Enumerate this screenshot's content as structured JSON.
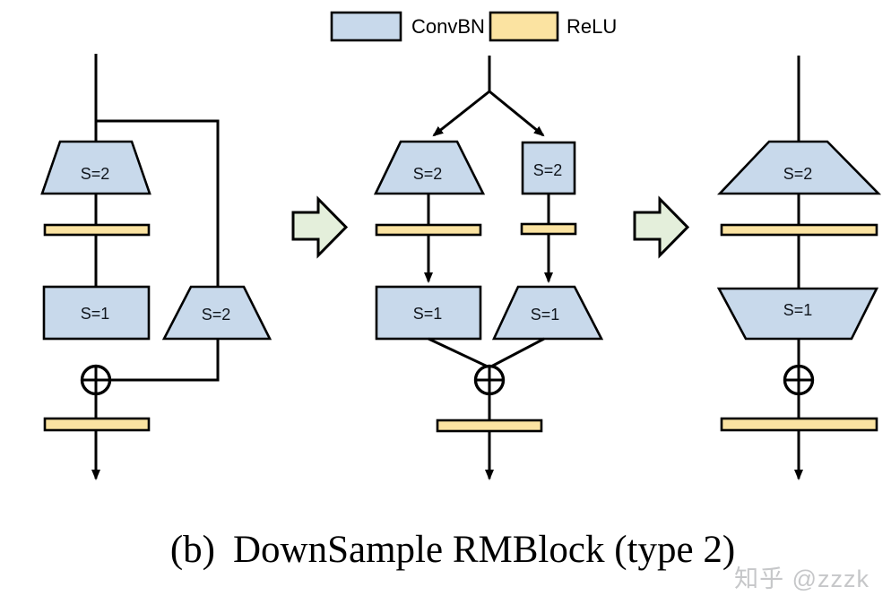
{
  "caption": {
    "index": "(b)",
    "title": "DownSample RMBlock (type 2)"
  },
  "watermark": {
    "text": "知乎 @zzzk"
  },
  "legend": {
    "items": [
      {
        "label": "ConvBN",
        "color": "#c8d9eb"
      },
      {
        "label": "ReLU",
        "color": "#fbe3a1"
      }
    ]
  },
  "colors": {
    "convbn_fill": "#c8d9eb",
    "relu_fill": "#fbe3a1",
    "transform_arrow_fill": "#e4efdb",
    "line": "#000000",
    "watermark_text": "#c6c7c9"
  },
  "stages": [
    {
      "name": "original-residual-downsample",
      "blocks": [
        {
          "kind": "convbn",
          "shape": "trapezoid",
          "stride": "S=2",
          "path": "main"
        },
        {
          "kind": "relu",
          "path": "main"
        },
        {
          "kind": "convbn",
          "shape": "rect",
          "stride": "S=1",
          "path": "main"
        },
        {
          "kind": "convbn",
          "shape": "trapezoid",
          "stride": "S=2",
          "path": "skip"
        },
        {
          "kind": "add",
          "symbol": "⊕"
        },
        {
          "kind": "relu"
        }
      ]
    },
    {
      "name": "two-branch-equivalent",
      "blocks": [
        {
          "kind": "convbn",
          "shape": "trapezoid",
          "stride": "S=2",
          "path": "left"
        },
        {
          "kind": "convbn",
          "shape": "square",
          "stride": "S=2",
          "path": "right"
        },
        {
          "kind": "relu",
          "path": "left"
        },
        {
          "kind": "relu",
          "path": "right"
        },
        {
          "kind": "convbn",
          "shape": "rect",
          "stride": "S=1",
          "path": "left"
        },
        {
          "kind": "convbn",
          "shape": "trapezoid",
          "stride": "S=1",
          "path": "right"
        },
        {
          "kind": "add",
          "symbol": "⊕"
        },
        {
          "kind": "relu"
        }
      ]
    },
    {
      "name": "merged-equivalent",
      "blocks": [
        {
          "kind": "convbn",
          "shape": "trapezoid-wide",
          "stride": "S=2"
        },
        {
          "kind": "relu"
        },
        {
          "kind": "convbn",
          "shape": "trapezoid-inverted",
          "stride": "S=1"
        },
        {
          "kind": "add",
          "symbol": "⊕"
        },
        {
          "kind": "relu"
        }
      ]
    }
  ]
}
